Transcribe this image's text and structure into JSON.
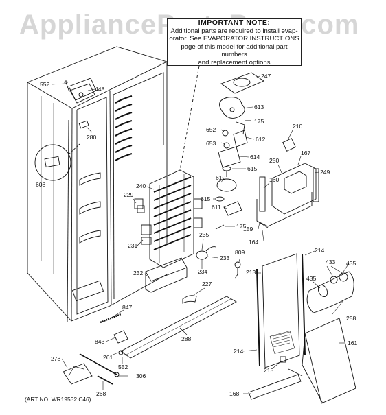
{
  "watermark": "AppliancePartsPros.com",
  "notice": {
    "title": "IMPORTANT NOTE:",
    "line1": "Additional parts are required to install evap-",
    "line2": "orator.  See EVAPORATOR INSTRUCTIONS",
    "line3": "page of this model for additional part numbers",
    "line4": "and replacement options"
  },
  "art_number": "(ART NO. WR19532 C46)",
  "callouts": [
    {
      "id": "552-top",
      "text": "552"
    },
    {
      "id": "448",
      "text": "448"
    },
    {
      "id": "280",
      "text": "280"
    },
    {
      "id": "608",
      "text": "608"
    },
    {
      "id": "247",
      "text": "247"
    },
    {
      "id": "613",
      "text": "613"
    },
    {
      "id": "652",
      "text": "652"
    },
    {
      "id": "175-top",
      "text": "175"
    },
    {
      "id": "612",
      "text": "612"
    },
    {
      "id": "653",
      "text": "653"
    },
    {
      "id": "614",
      "text": "614"
    },
    {
      "id": "615-a",
      "text": "615"
    },
    {
      "id": "610",
      "text": "610"
    },
    {
      "id": "615-b",
      "text": "615"
    },
    {
      "id": "611",
      "text": "611"
    },
    {
      "id": "175-mid",
      "text": "175"
    },
    {
      "id": "210",
      "text": "210"
    },
    {
      "id": "250",
      "text": "250"
    },
    {
      "id": "167",
      "text": "167"
    },
    {
      "id": "249",
      "text": "249"
    },
    {
      "id": "160",
      "text": "160"
    },
    {
      "id": "159",
      "text": "159"
    },
    {
      "id": "164",
      "text": "164"
    },
    {
      "id": "240",
      "text": "240"
    },
    {
      "id": "229",
      "text": "229"
    },
    {
      "id": "231",
      "text": "231"
    },
    {
      "id": "232",
      "text": "232"
    },
    {
      "id": "235",
      "text": "235"
    },
    {
      "id": "233",
      "text": "233"
    },
    {
      "id": "234",
      "text": "234"
    },
    {
      "id": "809",
      "text": "809"
    },
    {
      "id": "213",
      "text": "213"
    },
    {
      "id": "214-top",
      "text": "214"
    },
    {
      "id": "433",
      "text": "433"
    },
    {
      "id": "435-a",
      "text": "435"
    },
    {
      "id": "435-b",
      "text": "435"
    },
    {
      "id": "258",
      "text": "258"
    },
    {
      "id": "227",
      "text": "227"
    },
    {
      "id": "847",
      "text": "847"
    },
    {
      "id": "843",
      "text": "843"
    },
    {
      "id": "288",
      "text": "288"
    },
    {
      "id": "261",
      "text": "261"
    },
    {
      "id": "552-bottom",
      "text": "552"
    },
    {
      "id": "278",
      "text": "278"
    },
    {
      "id": "306",
      "text": "306"
    },
    {
      "id": "268",
      "text": "268"
    },
    {
      "id": "214-bottom",
      "text": "214"
    },
    {
      "id": "215",
      "text": "215"
    },
    {
      "id": "161",
      "text": "161"
    },
    {
      "id": "168",
      "text": "168"
    }
  ]
}
